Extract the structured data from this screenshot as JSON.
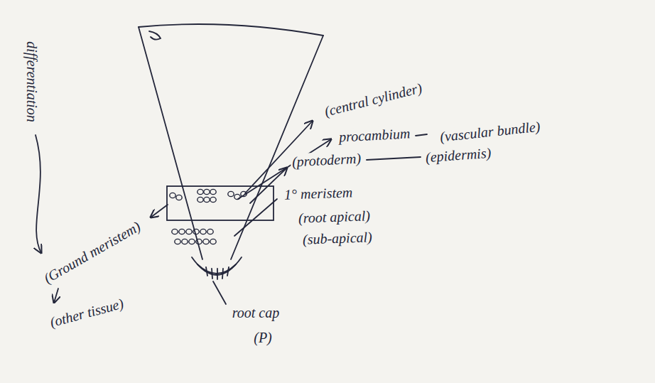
{
  "diagram": {
    "labels": [
      "differentiation",
      "(central cylinder)",
      "procambium",
      "(vascular bundle)",
      "(protoderm)",
      "(epidermis)",
      "1° meristem",
      "(root apical)",
      "(sub-apical)",
      "(Ground meristem)",
      "(other tissue)",
      "root cap",
      "(P)"
    ]
  }
}
